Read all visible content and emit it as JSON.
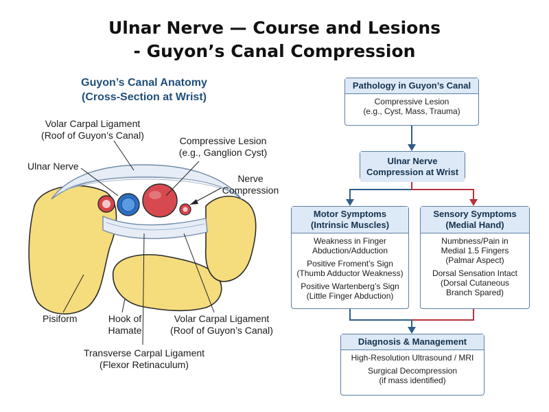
{
  "title": {
    "line1": "Ulnar Nerve — Course and Lesions",
    "line2": "- Guyon’s Canal Compression"
  },
  "anatomy": {
    "heading_line1": "Guyon’s Canal Anatomy",
    "heading_line2": "(Cross-Section at Wrist)",
    "labels": {
      "volar_roof_top_1": "Volar Carpal Ligament",
      "volar_roof_top_2": "(Roof of Guyon’s Canal)",
      "compressive_lesion_1": "Compressive Lesion",
      "compressive_lesion_2": "(e.g., Ganglion Cyst)",
      "ulnar_nerve": "Ulnar Nerve",
      "nerve_compression_1": "Nerve",
      "nerve_compression_2": "Compression",
      "pisiform": "Pisiform",
      "hook_hamate_1": "Hook of",
      "hook_hamate_2": "Hamate",
      "volar_roof_bottom_1": "Volar Carpal Ligament",
      "volar_roof_bottom_2": "(Roof of Guyon’s Canal)",
      "transverse_1": "Transverse Carpal Ligament",
      "transverse_2": "(Flexor Retinaculum)"
    },
    "colors": {
      "bone": "#f5dc7d",
      "ligament": "#e6edf6",
      "artery": "#d9434b",
      "nerve": "#2a6fc4",
      "lesion": "#d64a4f"
    }
  },
  "flowchart": {
    "pathology": {
      "heading": "Pathology in Guyon’s Canal",
      "body_line1": "Compressive Lesion",
      "body_line2": "(e.g., Cyst, Mass, Trauma)"
    },
    "compression": {
      "line1": "Ulnar Nerve",
      "line2": "Compression at Wrist"
    },
    "motor": {
      "heading_line1": "Motor Symptoms",
      "heading_line2": "(Intrinsic Muscles)",
      "items": [
        {
          "l1": "Weakness in Finger",
          "l2": "Abduction/Adduction"
        },
        {
          "l1": "Positive Froment’s Sign",
          "l2": "(Thumb Adductor Weakness)"
        },
        {
          "l1": "Positive Wartenberg’s Sign",
          "l2": "(Little Finger Abduction)"
        }
      ]
    },
    "sensory": {
      "heading_line1": "Sensory Symptoms",
      "heading_line2": "(Medial Hand)",
      "items": [
        {
          "l1": "Numbness/Pain in",
          "l2": "Medial 1.5 Fingers",
          "l3": "(Palmar Aspect)"
        },
        {
          "l1": "Dorsal Sensation Intact",
          "l2": "(Dorsal Cutaneous",
          "l3": "Branch Spared)"
        }
      ]
    },
    "diagnosis": {
      "heading": "Diagnosis & Management",
      "item1": "High-Resolution Ultrasound / MRI",
      "item2_l1": "Surgical Decompression",
      "item2_l2": "(if mass identified)"
    },
    "colors": {
      "box_border": "#5b7fa3",
      "box_header": "#dde9f6",
      "arrow_blue": "#2f5d8a",
      "arrow_red": "#b8323a"
    }
  }
}
